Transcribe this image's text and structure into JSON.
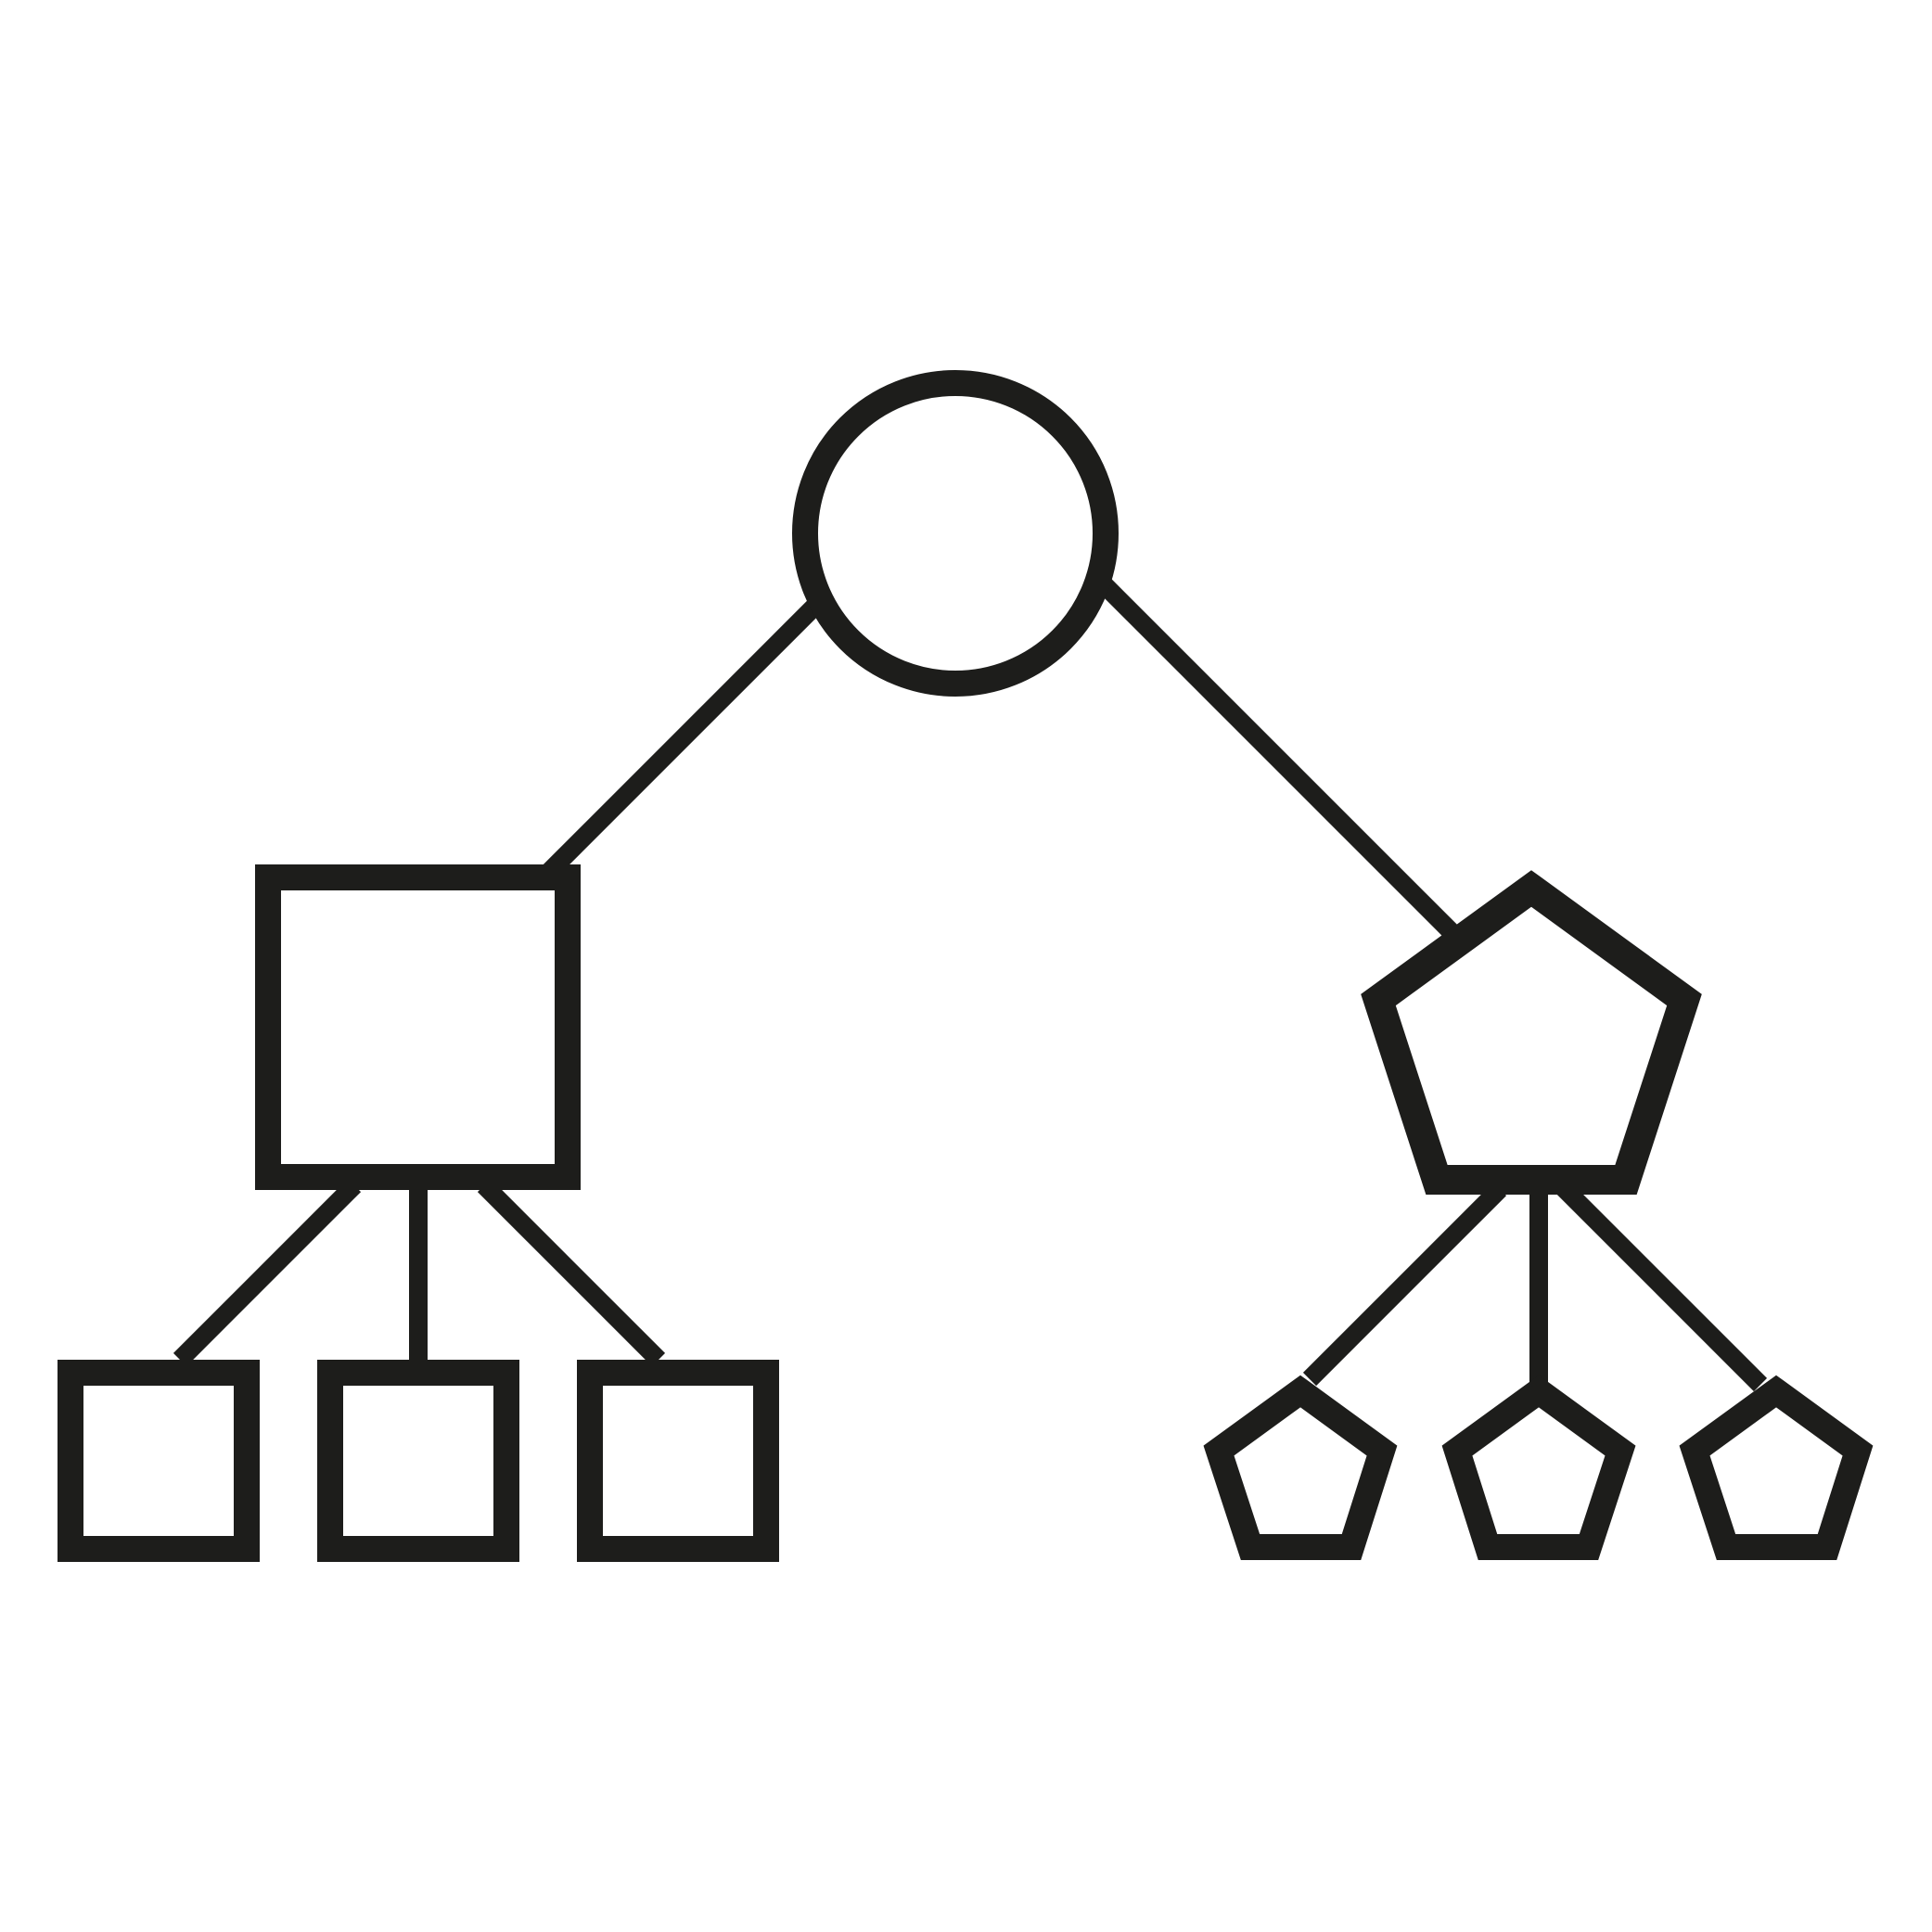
{
  "diagram": {
    "type": "hierarchy",
    "colors": {
      "stroke": "#1d1d1b",
      "fill": "#ffffff",
      "background": "#ffffff"
    },
    "root": {
      "shape": "circle"
    },
    "branches": [
      {
        "shape": "square",
        "children": [
          "rectangle",
          "rectangle",
          "rectangle"
        ]
      },
      {
        "shape": "pentagon",
        "children": [
          "pentagon",
          "pentagon",
          "pentagon"
        ]
      }
    ]
  }
}
